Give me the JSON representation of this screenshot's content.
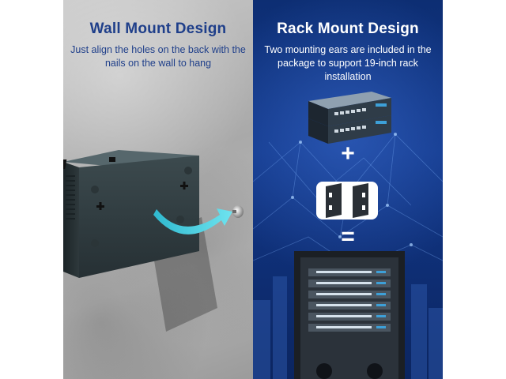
{
  "wall_panel": {
    "title": "Wall Mount Design",
    "description": "Just align the holes on the back with the nails on the wall to hang"
  },
  "rack_panel": {
    "title": "Rack Mount Design",
    "description": "Two mounting ears are included in the package to support 19-inch rack installation",
    "plus_sign": "+",
    "equals_sign": "="
  },
  "colors": {
    "wall_title": "#1f3f8a",
    "rack_background": "#12388a",
    "arrow": "#35c6d8"
  },
  "icons": [
    "arrow-icon",
    "nail-icon",
    "plus-icon",
    "equals-icon"
  ]
}
